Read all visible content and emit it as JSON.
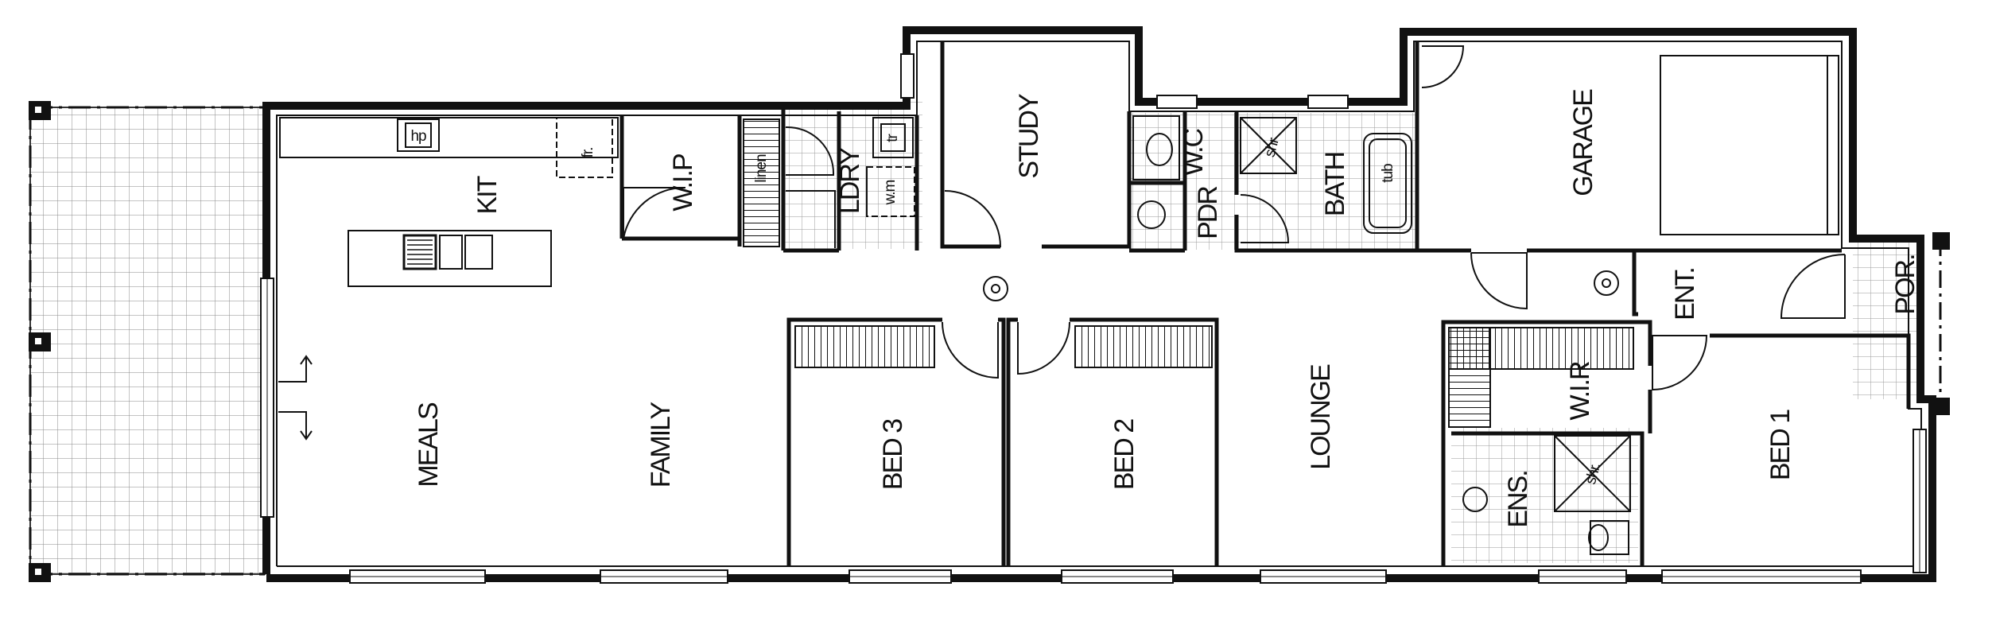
{
  "plan": {
    "rooms": [
      {
        "id": "kit",
        "label": "KIT"
      },
      {
        "id": "wip",
        "label": "W.I.P"
      },
      {
        "id": "ldry",
        "label": "LDRY"
      },
      {
        "id": "study",
        "label": "STUDY"
      },
      {
        "id": "wc",
        "label": "W.C"
      },
      {
        "id": "pdr",
        "label": "PDR"
      },
      {
        "id": "bath",
        "label": "BATH"
      },
      {
        "id": "garage",
        "label": "GARAGE"
      },
      {
        "id": "ent",
        "label": "ENT."
      },
      {
        "id": "por",
        "label": "POR."
      },
      {
        "id": "meals",
        "label": "MEALS"
      },
      {
        "id": "family",
        "label": "FAMILY"
      },
      {
        "id": "bed3",
        "label": "BED 3"
      },
      {
        "id": "bed2",
        "label": "BED 2"
      },
      {
        "id": "lounge",
        "label": "LOUNGE"
      },
      {
        "id": "wir",
        "label": "W.I.R"
      },
      {
        "id": "ens",
        "label": "ENS."
      },
      {
        "id": "bed1",
        "label": "BED 1"
      }
    ],
    "fixtures": [
      {
        "id": "hp",
        "label": "hp"
      },
      {
        "id": "fr",
        "label": "fr."
      },
      {
        "id": "linen",
        "label": "linen"
      },
      {
        "id": "tr",
        "label": "tr"
      },
      {
        "id": "wm",
        "label": "w.m"
      },
      {
        "id": "shr_bath",
        "label": "shr"
      },
      {
        "id": "tub",
        "label": "tub"
      },
      {
        "id": "shr_ens",
        "label": "shr."
      }
    ]
  }
}
